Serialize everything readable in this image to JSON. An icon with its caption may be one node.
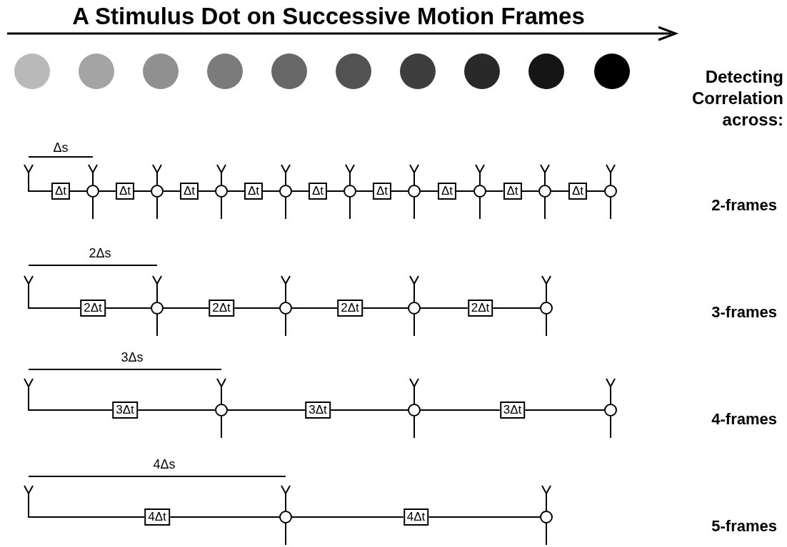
{
  "diagram": {
    "title": "A Stimulus Dot on Successive Motion Frames",
    "nodes": [
      {
        "text": [],
        "shape": "circle"
      },
      {
        "text": [],
        "shape": "circle"
      },
      {
        "text": [],
        "shape": "circle"
      },
      {
        "text": [],
        "shape": "circle"
      },
      {
        "text": [],
        "shape": "circle"
      },
      {
        "text": [],
        "shape": "circle"
      },
      {
        "text": [],
        "shape": "circle"
      },
      {
        "text": [],
        "shape": "circle"
      },
      {
        "text": [],
        "shape": "circle"
      },
      {
        "text": [],
        "shape": "circle"
      },
      {
        "text": [
          "Δt"
        ]
      },
      {
        "text": [],
        "shape": "circle"
      },
      {
        "text": [
          "Δt"
        ]
      },
      {
        "text": [],
        "shape": "circle"
      },
      {
        "text": [
          "Δt"
        ]
      },
      {
        "text": [],
        "shape": "circle"
      },
      {
        "text": [
          "Δt"
        ]
      },
      {
        "text": [],
        "shape": "circle"
      },
      {
        "text": [
          "Δt"
        ]
      },
      {
        "text": [],
        "shape": "circle"
      },
      {
        "text": [
          "Δt"
        ]
      },
      {
        "text": [],
        "shape": "circle"
      },
      {
        "text": [
          "Δt"
        ]
      },
      {
        "text": [],
        "shape": "circle"
      },
      {
        "text": [
          "Δt"
        ]
      },
      {
        "text": [],
        "shape": "circle"
      },
      {
        "text": [
          "Δt"
        ]
      },
      {
        "text": [],
        "shape": "circle"
      },
      {
        "text": [
          "2Δt"
        ]
      },
      {
        "text": [],
        "shape": "circle"
      },
      {
        "text": [
          "2Δt"
        ]
      },
      {
        "text": [],
        "shape": "circle"
      },
      {
        "text": [
          "2Δt"
        ]
      },
      {
        "text": [],
        "shape": "circle"
      },
      {
        "text": [
          "2Δt"
        ]
      },
      {
        "text": [],
        "shape": "circle"
      },
      {
        "text": [
          "3Δt"
        ]
      },
      {
        "text": [],
        "shape": "circle"
      },
      {
        "text": [
          "3Δt"
        ]
      },
      {
        "text": [],
        "shape": "circle"
      },
      {
        "text": [
          "3Δt"
        ]
      },
      {
        "text": [],
        "shape": "circle"
      },
      {
        "text": [
          "4Δt"
        ]
      },
      {
        "text": [],
        "shape": "circle"
      },
      {
        "text": [
          "4Δt"
        ]
      },
      {
        "text": [],
        "shape": "circle"
      }
    ],
    "edges": [
      {
        "from": null,
        "to": 10,
        "arrow": "other"
      },
      {
        "from": 10,
        "to": 11,
        "arrow": "none"
      },
      {
        "from": null,
        "to": 11,
        "arrow": "other"
      },
      {
        "from": 11,
        "to": null,
        "arrow": "none"
      },
      {
        "from": 11,
        "to": 12,
        "arrow": "none"
      },
      {
        "from": 12,
        "to": 13,
        "arrow": "none"
      },
      {
        "from": null,
        "to": 13,
        "arrow": "other"
      },
      {
        "from": 13,
        "to": null,
        "arrow": "none"
      },
      {
        "from": 13,
        "to": 14,
        "arrow": "none"
      },
      {
        "from": 14,
        "to": 15,
        "arrow": "none"
      },
      {
        "from": null,
        "to": 15,
        "arrow": "other"
      },
      {
        "from": 15,
        "to": null,
        "arrow": "none"
      },
      {
        "from": 15,
        "to": 16,
        "arrow": "none"
      },
      {
        "from": 16,
        "to": 17,
        "arrow": "none"
      },
      {
        "from": null,
        "to": 17,
        "arrow": "other"
      },
      {
        "from": 17,
        "to": null,
        "arrow": "none"
      },
      {
        "from": 17,
        "to": 18,
        "arrow": "none"
      },
      {
        "from": 18,
        "to": 19,
        "arrow": "none"
      },
      {
        "from": null,
        "to": 19,
        "arrow": "other"
      },
      {
        "from": 19,
        "to": null,
        "arrow": "none"
      },
      {
        "from": 19,
        "to": 20,
        "arrow": "none"
      },
      {
        "from": 20,
        "to": 21,
        "arrow": "none"
      },
      {
        "from": null,
        "to": 21,
        "arrow": "other"
      },
      {
        "from": 21,
        "to": null,
        "arrow": "none"
      },
      {
        "from": 21,
        "to": 22,
        "arrow": "none"
      },
      {
        "from": 22,
        "to": 23,
        "arrow": "none"
      },
      {
        "from": null,
        "to": 23,
        "arrow": "other"
      },
      {
        "from": 23,
        "to": null,
        "arrow": "none"
      },
      {
        "from": 23,
        "to": 24,
        "arrow": "none"
      },
      {
        "from": 24,
        "to": 25,
        "arrow": "none"
      },
      {
        "from": null,
        "to": 25,
        "arrow": "other"
      },
      {
        "from": 25,
        "to": null,
        "arrow": "none"
      },
      {
        "from": 25,
        "to": 26,
        "arrow": "none"
      },
      {
        "from": 26,
        "to": 27,
        "arrow": "none"
      },
      {
        "from": null,
        "to": 27,
        "arrow": "other"
      },
      {
        "from": 27,
        "to": null,
        "arrow": "none"
      },
      {
        "from": null,
        "to": 28,
        "arrow": "other"
      },
      {
        "from": 28,
        "to": 29,
        "arrow": "none"
      },
      {
        "from": null,
        "to": 29,
        "arrow": "other"
      },
      {
        "from": 29,
        "to": null,
        "arrow": "none"
      },
      {
        "from": 29,
        "to": 30,
        "arrow": "none"
      },
      {
        "from": 30,
        "to": 31,
        "arrow": "none"
      },
      {
        "from": null,
        "to": 31,
        "arrow": "other"
      },
      {
        "from": 31,
        "to": null,
        "arrow": "none"
      },
      {
        "from": 31,
        "to": 32,
        "arrow": "none"
      },
      {
        "from": 32,
        "to": 33,
        "arrow": "none"
      },
      {
        "from": null,
        "to": 33,
        "arrow": "other"
      },
      {
        "from": 33,
        "to": null,
        "arrow": "none"
      },
      {
        "from": 33,
        "to": 34,
        "arrow": "none"
      },
      {
        "from": 34,
        "to": 35,
        "arrow": "none"
      },
      {
        "from": null,
        "to": 35,
        "arrow": "other"
      },
      {
        "from": 35,
        "to": null,
        "arrow": "none"
      },
      {
        "from": null,
        "to": 36,
        "arrow": "other"
      },
      {
        "from": 36,
        "to": 37,
        "arrow": "none"
      },
      {
        "from": null,
        "to": 37,
        "arrow": "other"
      },
      {
        "from": 37,
        "to": null,
        "arrow": "none"
      },
      {
        "from": 37,
        "to": 38,
        "arrow": "none"
      },
      {
        "from": 38,
        "to": 39,
        "arrow": "none"
      },
      {
        "from": null,
        "to": 39,
        "arrow": "other"
      },
      {
        "from": 39,
        "to": null,
        "arrow": "none"
      },
      {
        "from": 39,
        "to": 40,
        "arrow": "none"
      },
      {
        "from": 40,
        "to": 41,
        "arrow": "none"
      },
      {
        "from": null,
        "to": 41,
        "arrow": "other"
      },
      {
        "from": 41,
        "to": null,
        "arrow": "none"
      },
      {
        "from": null,
        "to": 42,
        "arrow": "other"
      },
      {
        "from": 42,
        "to": 43,
        "arrow": "none"
      },
      {
        "from": null,
        "to": 43,
        "arrow": "other"
      },
      {
        "from": 43,
        "to": null,
        "arrow": "none"
      },
      {
        "from": 43,
        "to": 44,
        "arrow": "none"
      },
      {
        "from": 44,
        "to": 45,
        "arrow": "none"
      },
      {
        "from": null,
        "to": 45,
        "arrow": "other"
      },
      {
        "from": 45,
        "to": null,
        "arrow": "none"
      }
    ],
    "labels": [
      "Detecting Correlation across:",
      "Δs",
      "2-frames",
      "2Δs",
      "3-frames",
      "3Δs",
      "4-frames",
      "4Δs",
      "5-frames"
    ]
  }
}
